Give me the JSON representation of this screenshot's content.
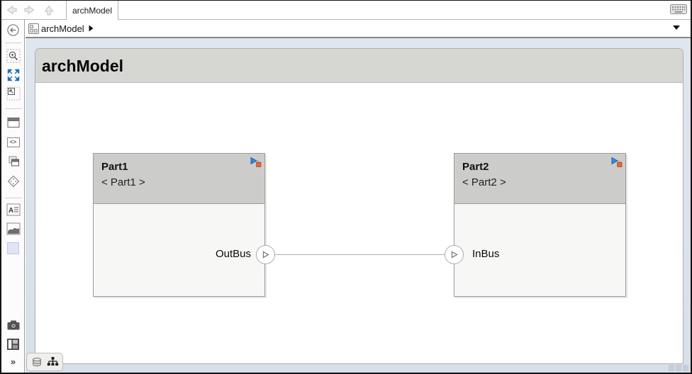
{
  "tab_bar": {
    "active_tab": "archModel"
  },
  "breadcrumb": {
    "root": "archModel"
  },
  "canvas": {
    "title": "archModel"
  },
  "components": [
    {
      "name": "Part1",
      "stereotype": "< Part1 >",
      "port_name": "OutBus",
      "port_direction": "out"
    },
    {
      "name": "Part2",
      "stereotype": "< Part2 >",
      "port_name": "InBus",
      "port_direction": "in"
    }
  ],
  "left_toolbar": {
    "icon_names": [
      "hide-explorer-bar",
      "zoom-region",
      "fit-to-view",
      "zoom-to-selection",
      "subsystem",
      "code-view",
      "copy-block",
      "route-lines",
      "annotation",
      "image",
      "area",
      "screenshot",
      "viewmarks",
      "more-tools"
    ],
    "code_glyph": "<>",
    "annotation_letter": "A",
    "more_glyph": "»"
  },
  "bottom_tabs": {
    "icon_names": [
      "interface-editor",
      "model-browser"
    ]
  },
  "colors": {
    "margin": "#d7dfe9",
    "page": "#ffffff",
    "title_band": "#d6d6d3",
    "block_header": "#cccccb",
    "block_body": "#f7f7f6",
    "connector": "#b0b0b0",
    "badge_blue": "#3787d8",
    "badge_orange": "#ea6a30"
  }
}
